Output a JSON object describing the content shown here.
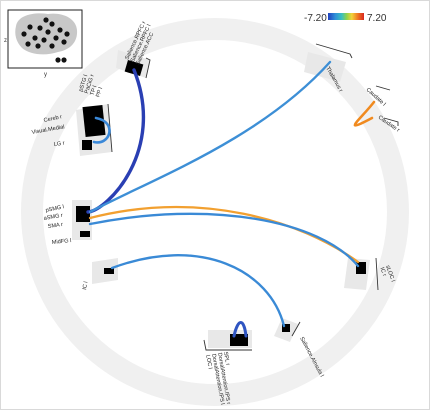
{
  "colorbar": {
    "min_label": "-7.20",
    "max_label": "7.20",
    "colors": [
      "#1f3fbf",
      "#2f8fd8",
      "#39c0c0",
      "#8fd24a",
      "#f2d23a",
      "#f07b23",
      "#d8261f"
    ]
  },
  "brain_view": {
    "axis_vertical": "z",
    "axis_horizontal": "y"
  },
  "regions": {
    "salience_acc_group": [
      "Salience.RPFC r",
      "Salience.RPFC l",
      "Salience.ACC"
    ],
    "thalamus": "Thalamus r",
    "caudate_l": "Caudate l",
    "caudate_r": "Caudate r",
    "visual_group": [
      "pSTG l",
      "PaCiG r",
      "TP l",
      "PP l",
      "Cereb r",
      "Visual.Medial",
      "LG r"
    ],
    "smg_group": [
      "pSMG l",
      "aSMG r",
      "SMA r"
    ],
    "midfg": "MidFG l",
    "ic": "IC l",
    "slofc_group": [
      "sLOC l",
      "IC r"
    ],
    "salience_anterior": "Salience.AInsula l",
    "dmn_group": [
      "SPL r",
      "DorsalAttention.IPS r",
      "DorsalAttention.IPS l",
      "LOC l"
    ]
  },
  "connections": [
    {
      "from": "salience_acc",
      "to": "smg",
      "t_value": -6.2,
      "color": "#2a3fb3"
    },
    {
      "from": "visual_medial",
      "to": "visual_medial",
      "t_value": -4.8,
      "color": "#3a88d8"
    },
    {
      "from": "thalamus",
      "to": "smg",
      "t_value": -4.3,
      "color": "#3d8fd6"
    },
    {
      "from": "caudate_l",
      "to": "caudate_r",
      "t_value": 4.6,
      "color": "#f08a1f"
    },
    {
      "from": "smg",
      "to": "slofc",
      "t_value": 4.2,
      "color": "#f2a030"
    },
    {
      "from": "smg",
      "to": "slofc",
      "t_value": -4.3,
      "color": "#3a8ad6"
    },
    {
      "from": "ic",
      "to": "salience_anterior",
      "t_value": -4.3,
      "color": "#3a8ad6"
    },
    {
      "from": "dmn",
      "to": "dmn",
      "t_value": -5.5,
      "color": "#2f55c2"
    }
  ]
}
